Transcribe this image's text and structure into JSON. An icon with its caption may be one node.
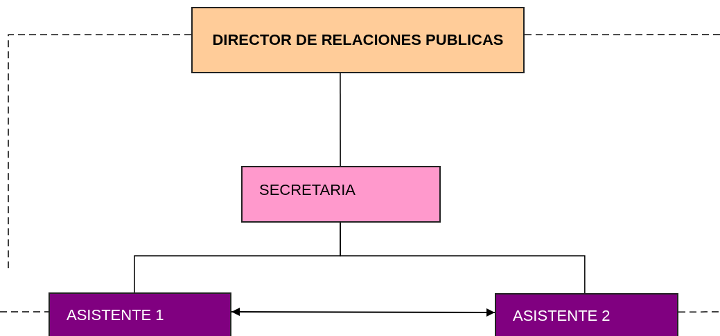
{
  "diagram": {
    "nodes": [
      {
        "text": [
          "DIRECTOR DE RELACIONES PUBLICAS"
        ]
      },
      {
        "text": [
          "SECRETARIA"
        ]
      },
      {
        "text": [
          "ASISTENTE 1"
        ]
      },
      {
        "text": [
          "ASISTENTE 2"
        ]
      }
    ],
    "edges": [
      {
        "from": 0,
        "to": 1,
        "arrow": "none"
      },
      {
        "from": 1,
        "to": 2,
        "arrow": "none"
      },
      {
        "from": 1,
        "to": 3,
        "arrow": "none"
      },
      {
        "from": 2,
        "to": 3,
        "arrow": "both"
      },
      {
        "from": 0,
        "to": null,
        "arrow": "none",
        "style": "dashed"
      },
      {
        "from": 0,
        "to": null,
        "arrow": "none",
        "style": "dashed"
      },
      {
        "from": null,
        "to": 2,
        "arrow": "none",
        "style": "dashed"
      },
      {
        "from": 3,
        "to": null,
        "arrow": "none",
        "style": "dashed"
      }
    ]
  }
}
